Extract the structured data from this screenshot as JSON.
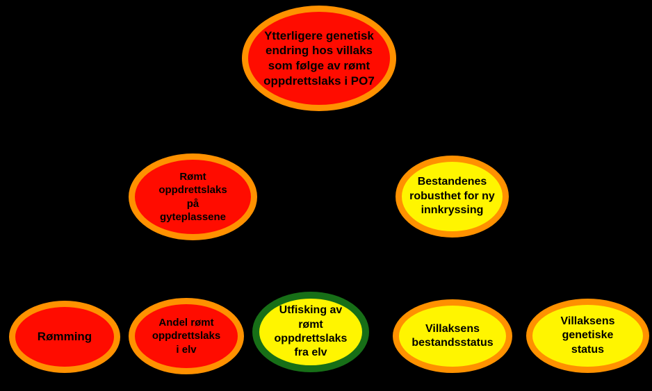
{
  "colors": {
    "background": "#000000",
    "node-red": "#FF0C00",
    "node-yellow": "#FFF500",
    "border-orange": "#FF9100",
    "border-green": "#176F17",
    "text": "#000000"
  },
  "diagram": {
    "language": "Norwegian",
    "type": "hierarchy-of-ellipse-nodes",
    "rows": 3
  },
  "nodes": {
    "root": {
      "label": "Ytterligere genetisk\nendring hos villaks\nsom følge av rømt\noppdrettslaks i PO7",
      "fill": "#FF0C00",
      "border": "#FF9100",
      "status": "red"
    },
    "spawning": {
      "label": "Rømt\noppdrettslaks\npå\ngyteplassene",
      "fill": "#FF0C00",
      "border": "#FF9100",
      "status": "red"
    },
    "robustness": {
      "label": "Bestandenes\nrobusthet for ny\ninnkryssing",
      "fill": "#FFF500",
      "border": "#FF9100",
      "status": "yellow"
    },
    "escape": {
      "label": "Rømming",
      "fill": "#FF0C00",
      "border": "#FF9100",
      "status": "red"
    },
    "proportion": {
      "label": "Andel rømt\noppdrettslaks\ni elv",
      "fill": "#FF0C00",
      "border": "#FF9100",
      "status": "red"
    },
    "removal": {
      "label": "Utfisking av\nrømt\noppdrettslaks\nfra elv",
      "fill": "#FFF500",
      "border": "#176F17",
      "status": "green-bordered"
    },
    "stock": {
      "label": "Villaksens\nbestandsstatus",
      "fill": "#FFF500",
      "border": "#FF9100",
      "status": "yellow"
    },
    "genetic": {
      "label": "Villaksens\ngenetiske\nstatus",
      "fill": "#FFF500",
      "border": "#FF9100",
      "status": "yellow"
    }
  }
}
